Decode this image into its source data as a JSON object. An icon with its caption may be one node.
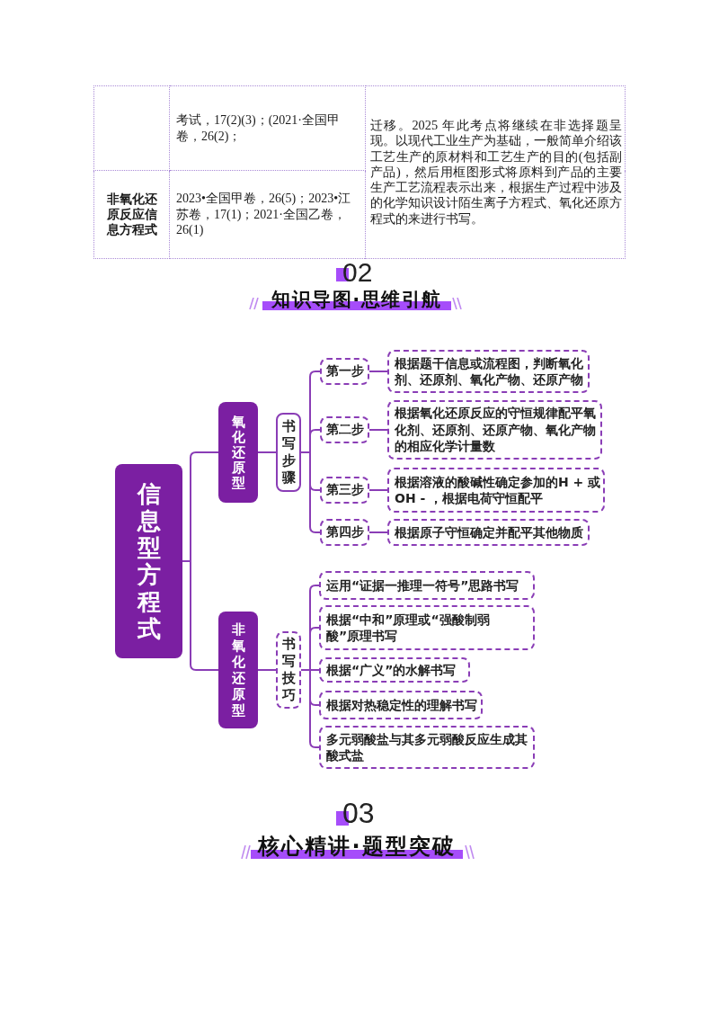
{
  "diagram": {
    "nodes": [
      {
        "text": [
          "信息型方程式"
        ]
      },
      {
        "text": [
          "氧化还原型"
        ]
      },
      {
        "text": [
          "非氧化还原型"
        ]
      },
      {
        "text": [
          "书写步骤"
        ]
      },
      {
        "text": [
          "书写技巧"
        ]
      },
      {
        "text": [
          "第一步"
        ]
      },
      {
        "text": [
          "根据题干信息或流程图，判断氧化剂、还原剂、氧化产物、还原产物"
        ]
      },
      {
        "text": [
          "第二步"
        ]
      },
      {
        "text": [
          "根据氧化还原反应的守恒规律配平氧化剂、还原剂、还原产物、氧化产物的相应化学计量数"
        ]
      },
      {
        "text": [
          "第三步"
        ]
      },
      {
        "text": [
          "根据溶液的酸碱性确定参加的H + 或OH - ，根据电荷守恒配平"
        ]
      },
      {
        "text": [
          "第四步"
        ]
      },
      {
        "text": [
          "根据原子守恒确定并配平其他物质"
        ]
      },
      {
        "text": [
          "运用“证据一推理一符号”思路书写"
        ]
      },
      {
        "text": [
          "根据“中和”原理或“强酸制弱酸”原理书写"
        ]
      },
      {
        "text": [
          "根据“广义”的水解书写"
        ]
      },
      {
        "text": [
          "根据对热稳定性的理解书写"
        ]
      },
      {
        "text": [
          "多元弱酸盐与其多元弱酸反应生成其酸式盐"
        ]
      }
    ],
    "edges": [
      {
        "from": 0,
        "to": 1,
        "arrow": "none"
      },
      {
        "from": 0,
        "to": 2,
        "arrow": "none"
      },
      {
        "from": 1,
        "to": 3,
        "arrow": "none"
      },
      {
        "from": 2,
        "to": 4,
        "arrow": "none"
      },
      {
        "from": 3,
        "to": 5,
        "arrow": "none"
      },
      {
        "from": 3,
        "to": 7,
        "arrow": "none"
      },
      {
        "from": 3,
        "to": 9,
        "arrow": "none"
      },
      {
        "from": 3,
        "to": 11,
        "arrow": "none"
      },
      {
        "from": 5,
        "to": 6,
        "arrow": "none"
      },
      {
        "from": 7,
        "to": 8,
        "arrow": "none"
      },
      {
        "from": 9,
        "to": 10,
        "arrow": "none"
      },
      {
        "from": 11,
        "to": 12,
        "arrow": "none"
      },
      {
        "from": 4,
        "to": 13,
        "arrow": "none"
      },
      {
        "from": 4,
        "to": 14,
        "arrow": "none"
      },
      {
        "from": 4,
        "to": 15,
        "arrow": "none"
      },
      {
        "from": 4,
        "to": 16,
        "arrow": "none"
      },
      {
        "from": 4,
        "to": 17,
        "arrow": "none"
      }
    ],
    "labels": [
      "考试，17(2)(3)；(2021·全国甲卷，26(2)；",
      "迁移。2025 年此考点将继续在非选择题呈现。以现代工业生产为基础，一般简单介绍该工艺生产的原材料和工艺生产的目的(包括副产品)，然后用框图形式将原料到产品的主要生产工艺流程表示出来，根据生产过程中涉及的化学知识设计陌生离子方程式、氧化还原方程式的来进行书写。",
      "非氧化还原反应信息方程式",
      "2023•全国甲卷，26(5)；2023•江苏卷，17(1)；2021·全国乙卷，26(1)",
      "02",
      "知识导图·思维引航",
      "03",
      "核心精讲·题型突破"
    ]
  }
}
